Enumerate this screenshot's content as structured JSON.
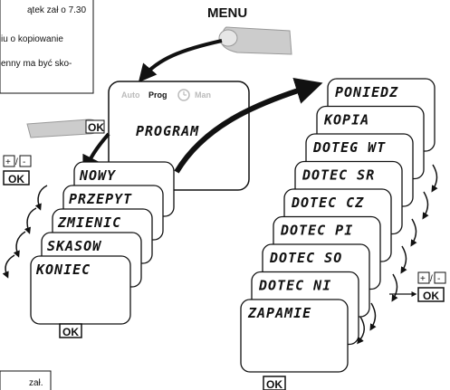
{
  "note_top": {
    "lines": [
      "ątek zał o 7.30",
      "iu o kopiowanie",
      "enny ma być sko-"
    ]
  },
  "note_bottom": {
    "text": "zał."
  },
  "menu": {
    "label": "MENU"
  },
  "main_screen": {
    "modes": [
      "Auto",
      "Prog",
      "Man"
    ],
    "title": "PROGRAM"
  },
  "buttons": {
    "ok": "OK",
    "plus": "+",
    "minus": "-"
  },
  "left_menu": [
    "NOWY",
    "PRZEPYT",
    "ZMIENIC",
    "SKASOW",
    "KONIEC"
  ],
  "right_menu": [
    "PONIEDZ",
    "KOPIA",
    "DOTEG WT",
    "DOTEC SR",
    "DOTEC CZ",
    "DOTEC PI",
    "DOTEC SO",
    "DOTEC NI",
    "ZAPAMIE"
  ],
  "colors": {
    "ink": "#111111",
    "paper": "#ffffff",
    "hand": "#cccccc"
  }
}
